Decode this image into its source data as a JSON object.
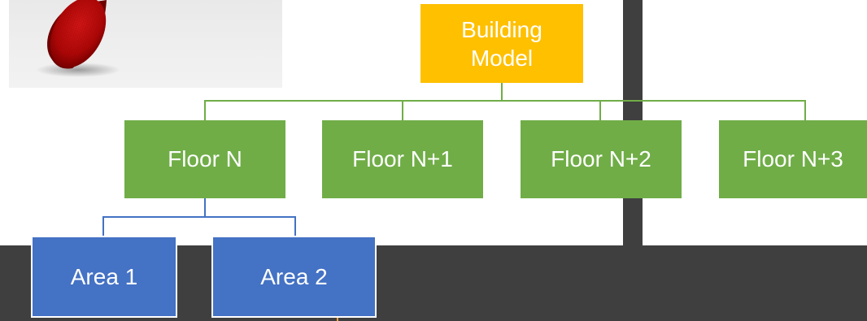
{
  "diagram": {
    "root": {
      "label_line1": "Building",
      "label_line2": "Model"
    },
    "floors": [
      {
        "label": "Floor N"
      },
      {
        "label": "Floor N+1"
      },
      {
        "label": "Floor N+2"
      },
      {
        "label": "Floor N+3"
      }
    ],
    "areas": [
      {
        "label": "Area 1"
      },
      {
        "label": "Area 2"
      }
    ]
  },
  "colors": {
    "root": "#ffc000",
    "floor": "#70ad47",
    "area": "#4472c4",
    "background_band": "#3f3f3f"
  },
  "thumbnail": {
    "icon": "red-cylinder-part-image"
  }
}
